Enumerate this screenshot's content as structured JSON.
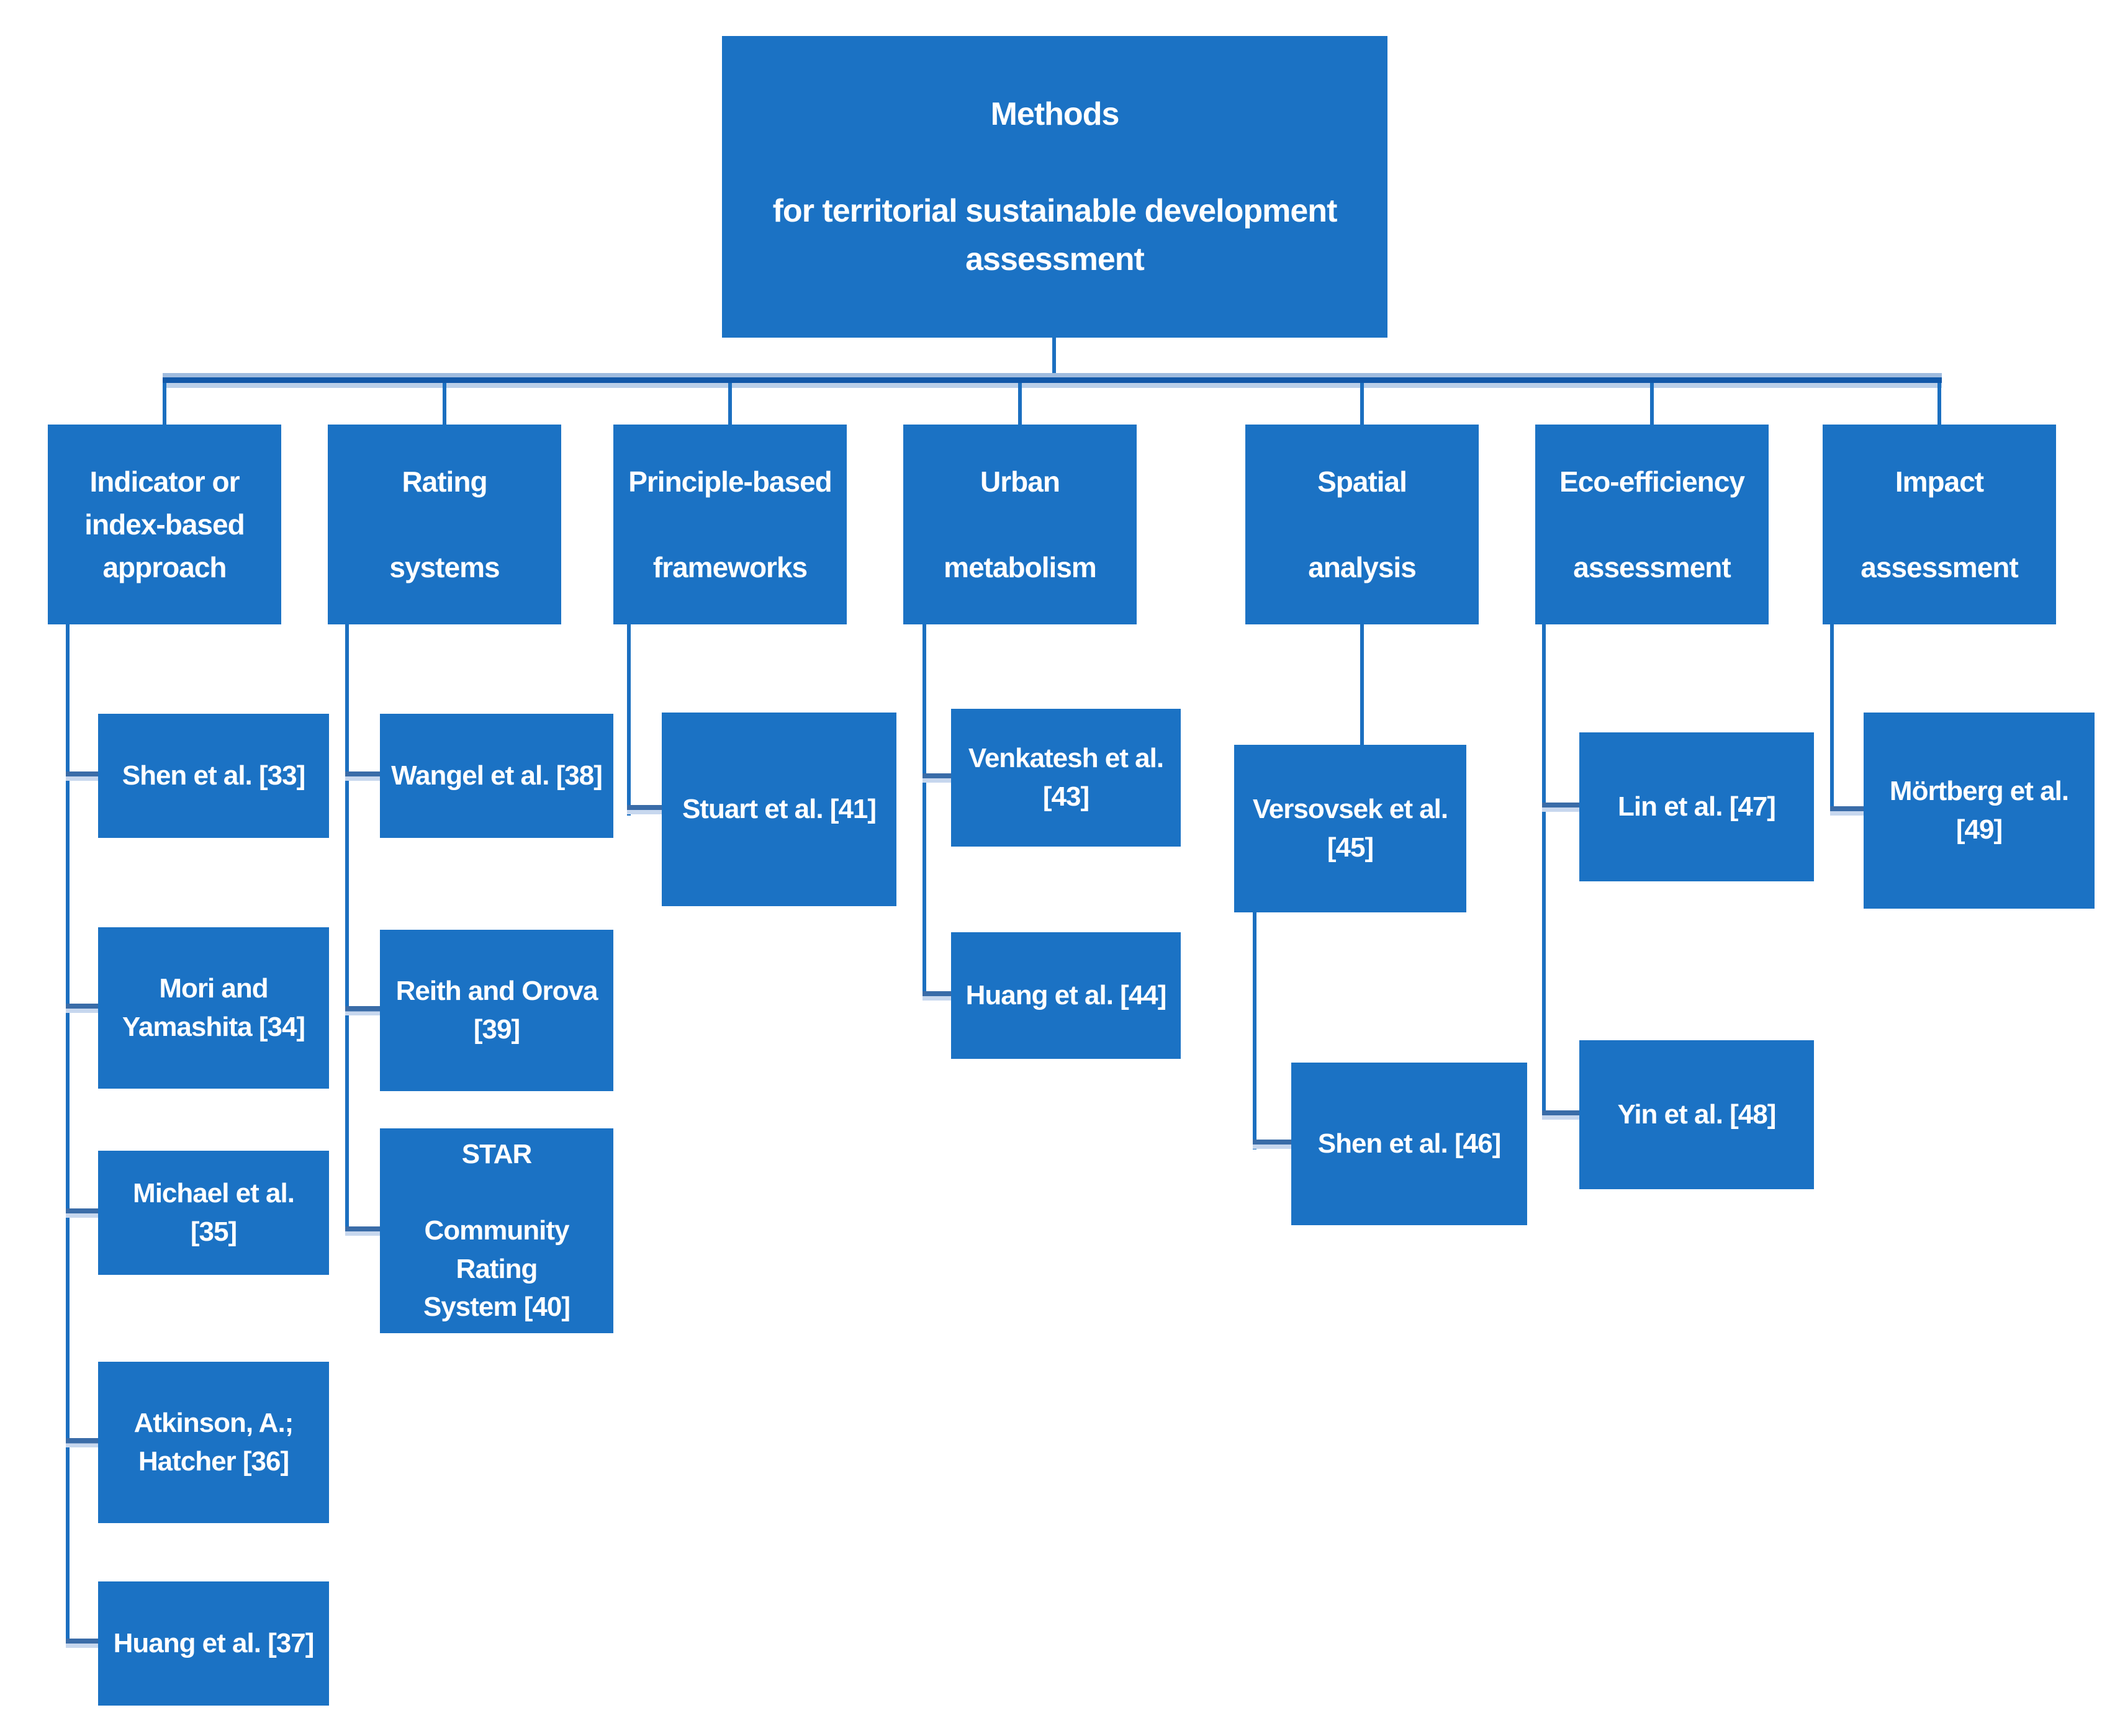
{
  "title": {
    "label": "Methods\n\nfor territorial sustainable development assessment"
  },
  "branches": [
    {
      "label": "Indicator or\nindex-based\napproach",
      "refs": [
        "Shen et al. [33]",
        "Mori and\nYamashita [34]",
        "Michael et al. [35]",
        "Atkinson, A.;\nHatcher [36]",
        "Huang et al. [37]"
      ]
    },
    {
      "label": "Rating\n\nsystems",
      "refs": [
        "Wangel et al. [38]",
        "Reith and Orova\n[39]",
        "STAR\n\nCommunity Rating\nSystem [40]"
      ]
    },
    {
      "label": "Principle-based\n\nframeworks",
      "refs": [
        "Stuart et al. [41]"
      ]
    },
    {
      "label": "Urban\n\nmetabolism",
      "refs": [
        "Venkatesh et al.\n[43]",
        "Huang et al. [44]"
      ]
    },
    {
      "label": "Spatial\n\nanalysis",
      "refs": [
        "Versovsek et al.\n[45]",
        "Shen et al. [46]"
      ]
    },
    {
      "label": "Eco-efficiency\n\nassessment",
      "refs": [
        "Lin et al. [47]",
        "Yin et al. [48]"
      ]
    },
    {
      "label": "Impact\n\nassessment",
      "refs": [
        "Mörtberg et al.\n[49]"
      ]
    }
  ],
  "colors": {
    "box_fill": "#1B72C4",
    "box_text": "#FFFFFF",
    "connector": "#1B6FC0",
    "stub_dark": "#3A6CA8",
    "stub_light": "#C7D7EE",
    "top_rail_core": "#1158A9"
  }
}
